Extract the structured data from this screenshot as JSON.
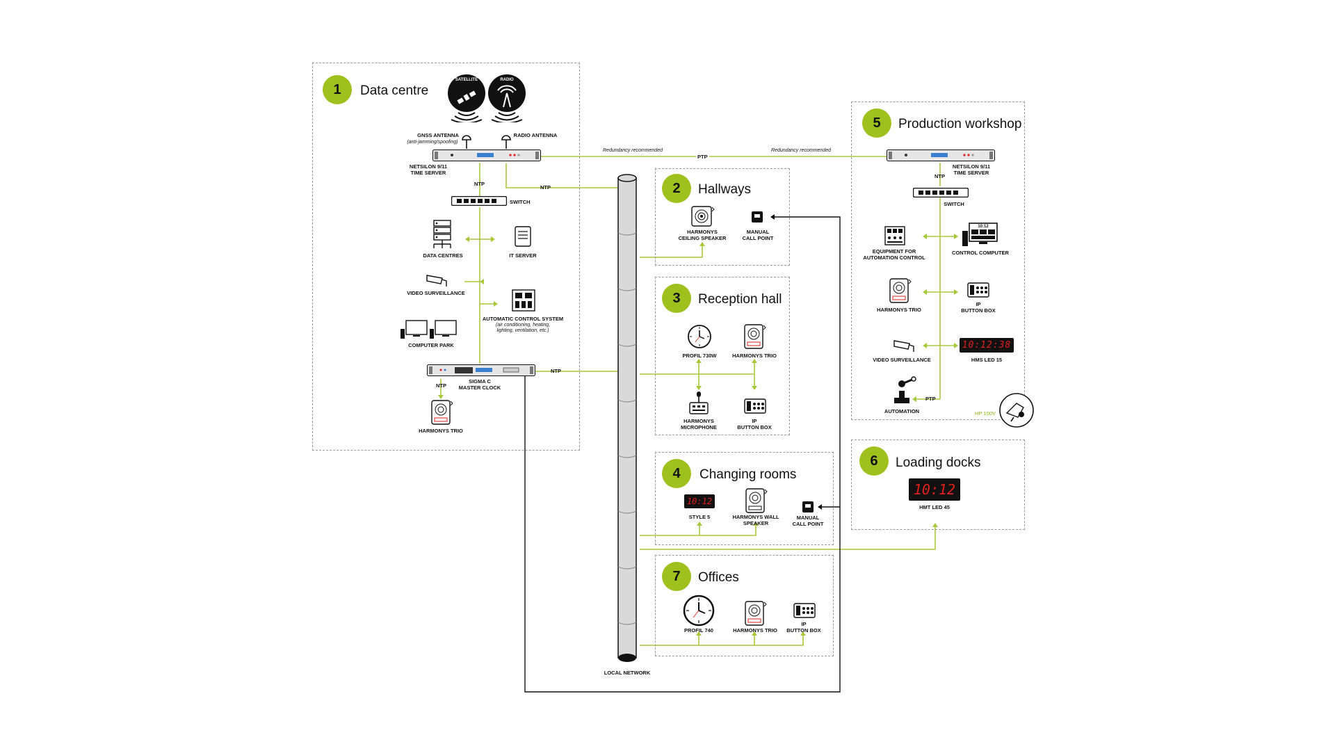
{
  "colors": {
    "accent": "#9fc11e",
    "line": "#a8c83a",
    "dark": "#111111",
    "zone_border": "#9a9a9a",
    "led_red": "#e0201b"
  },
  "zones": [
    {
      "num": "1",
      "title": "Data centre"
    },
    {
      "num": "2",
      "title": "Hallways"
    },
    {
      "num": "3",
      "title": "Reception hall"
    },
    {
      "num": "4",
      "title": "Changing rooms"
    },
    {
      "num": "5",
      "title": "Production workshop"
    },
    {
      "num": "6",
      "title": "Loading docks"
    },
    {
      "num": "7",
      "title": "Offices"
    }
  ],
  "dc": {
    "satellite": "SATELLITE",
    "radio": "RADIO",
    "gnss": "GNSS ANTENNA",
    "gnss_sub": "(anti-jamming/spoofing)",
    "radio_antenna": "RADIO ANTENNA",
    "netsilon": "NETSILON 9/11\nTIME SERVER",
    "switch": "SWITCH",
    "data_centres": "DATA CENTRES",
    "it_server": "IT SERVER",
    "video": "VIDEO SURVEILLANCE",
    "acs": "AUTOMATIC CONTROL SYSTEM",
    "acs_sub": "(air conditioning, heating,\nlighting, ventilation, etc.)",
    "computer_park": "COMPUTER PARK",
    "sigma": "SIGMA C\nMASTER CLOCK",
    "harmonys_trio": "HARMONYS TRIO"
  },
  "hallways": {
    "speaker": "HARMONYS\nCEILING SPEAKER",
    "call_point": "MANUAL\nCALL POINT"
  },
  "reception": {
    "profil": "PROFIL 730W",
    "trio": "HARMONYS TRIO",
    "mic": "HARMONYS\nMICROPHONE",
    "ipbox": "IP\nBUTTON BOX"
  },
  "changing": {
    "style": "STYLE 5",
    "style_display": "10:12",
    "wall": "HARMONYS WALL\nSPEAKER",
    "call_point": "MANUAL\nCALL POINT"
  },
  "offices": {
    "profil": "PROFIL 740",
    "trio": "HARMONYS TRIO",
    "ipbox": "IP\nBUTTON BOX"
  },
  "production": {
    "netsilon": "NETSILON 9/11\nTIME SERVER",
    "switch": "SWITCH",
    "equip": "EQUIPMENT FOR\nAUTOMATION CONTROL",
    "control": "CONTROL COMPUTER",
    "control_display": "10:12",
    "trio": "HARMONYS TRIO",
    "ipbox": "IP\nBUTTON BOX",
    "video": "VIDEO SURVEILLANCE",
    "led": "HMS LED 15",
    "led_display": "10:12:38",
    "automation": "AUTOMATION",
    "hp": "HP 100V"
  },
  "loading": {
    "led": "HMT LED 45",
    "led_display": "10:12"
  },
  "network": {
    "label": "LOCAL NETWORK"
  },
  "conn": {
    "ntp": "NTP",
    "ptp": "PTP",
    "redundancy": "Redundancy recommended"
  }
}
